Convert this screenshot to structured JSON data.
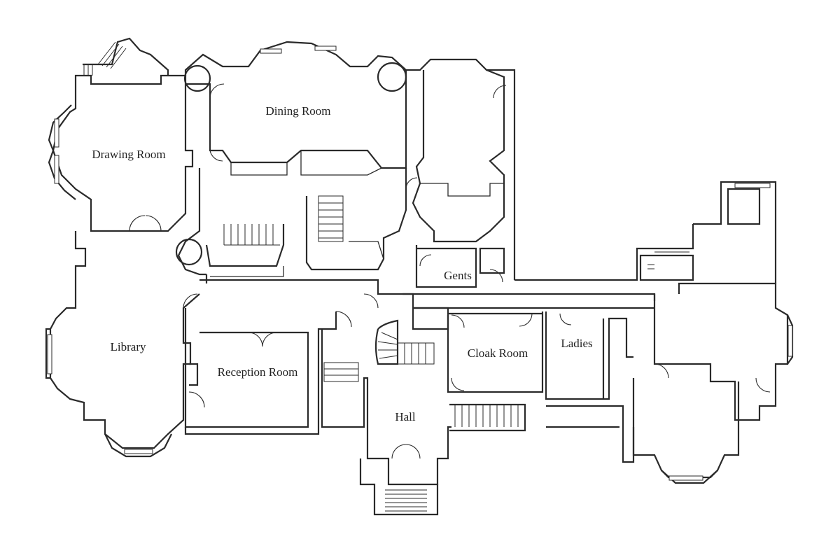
{
  "plan": {
    "rooms": [
      {
        "id": "dining-room",
        "label": "Dining Room"
      },
      {
        "id": "drawing-room",
        "label": "Drawing Room"
      },
      {
        "id": "library",
        "label": "Library"
      },
      {
        "id": "reception-room",
        "label": "Reception Room"
      },
      {
        "id": "gents",
        "label": "Gents"
      },
      {
        "id": "cloak-room",
        "label": "Cloak Room"
      },
      {
        "id": "ladies",
        "label": "Ladies"
      },
      {
        "id": "hall",
        "label": "Hall"
      }
    ]
  }
}
